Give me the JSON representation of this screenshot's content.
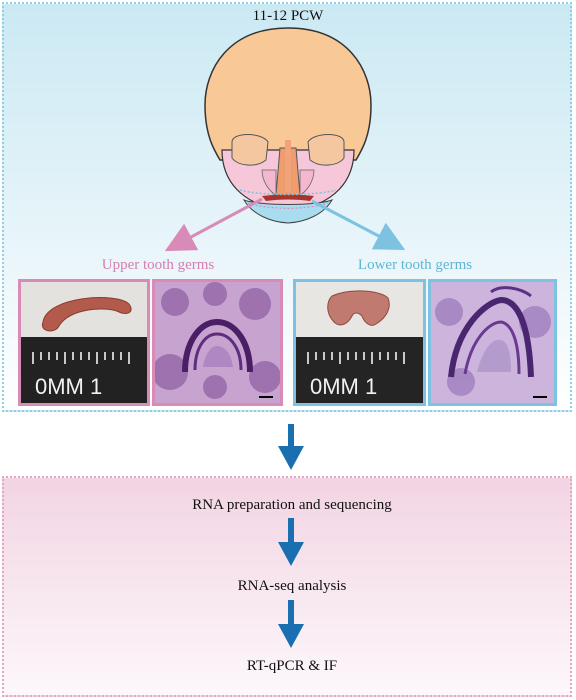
{
  "top_panel": {
    "stage_label": "11-12 PCW",
    "upper_label": "Upper tooth germs",
    "lower_label": "Lower tooth germs",
    "ruler_text_upper": "0MM 1",
    "ruler_text_lower": "0MM 1"
  },
  "workflow": {
    "step1": "RNA preparation and sequencing",
    "step2": "RNA-seq analysis",
    "step3": "RT-qPCR & IF"
  },
  "colors": {
    "top_panel_border": "#8fd0e4",
    "bottom_panel_border": "#e4a6c4",
    "upper_accent": "#d98bb7",
    "lower_accent": "#7dc2e0",
    "flow_arrow": "#1a6fb0"
  }
}
